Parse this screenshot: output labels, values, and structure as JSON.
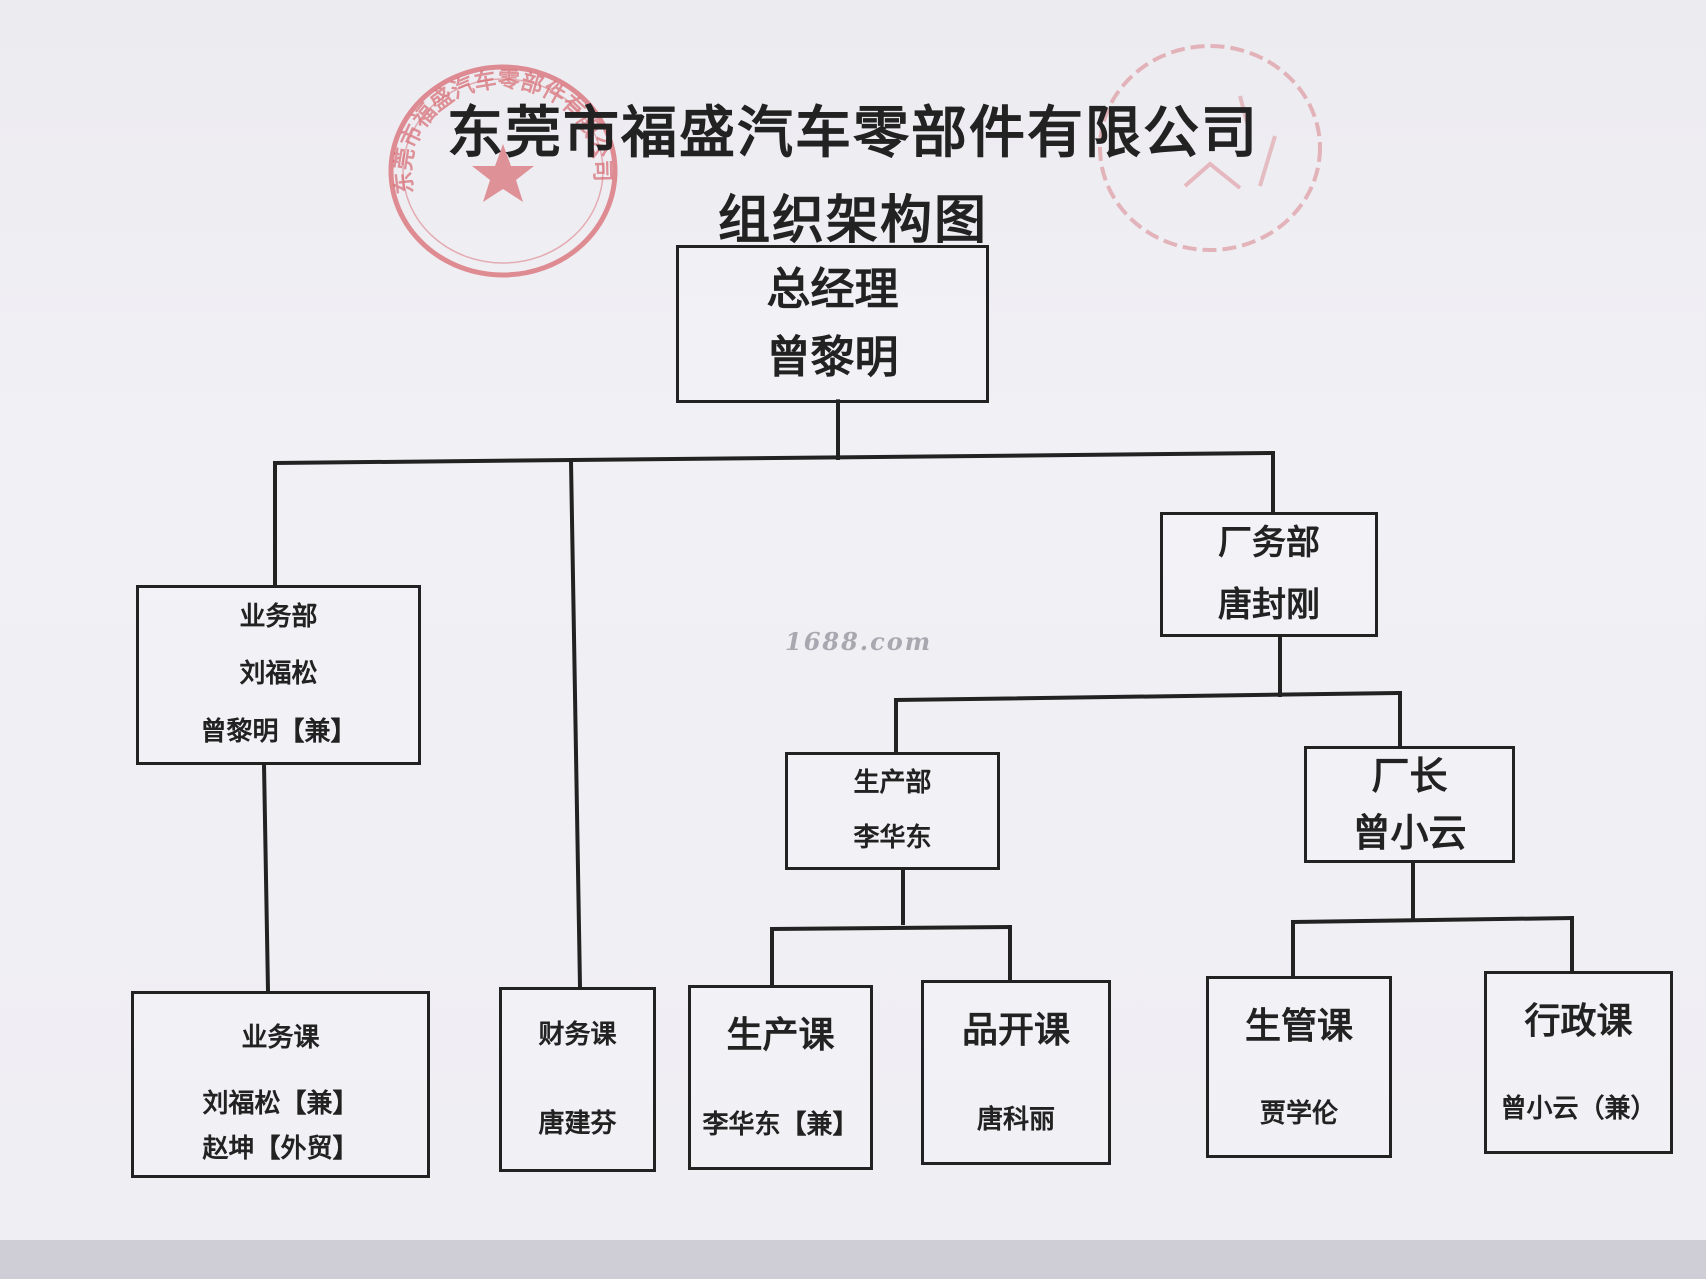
{
  "document": {
    "title": "东莞市福盛汽车零部件有限公司",
    "subtitle": "组织架构图"
  },
  "org": {
    "general_manager": {
      "title": "总经理",
      "name": "曾黎明"
    },
    "business_dept": {
      "title": "业务部",
      "name": "刘福松",
      "name2": "曾黎明【兼】"
    },
    "factory_dept": {
      "title": "厂务部",
      "name": "唐封刚"
    },
    "production_dept": {
      "title": "生产部",
      "name": "李华东"
    },
    "factory_director": {
      "title": "厂长",
      "name": "曾小云"
    },
    "business_section": {
      "title": "业务课",
      "name": "刘福松【兼】",
      "name2": "赵坤【外贸】"
    },
    "finance_section": {
      "title": "财务课",
      "name": "唐建芬"
    },
    "production_section": {
      "title": "生产课",
      "name": "李华东【兼】"
    },
    "product_dev_section": {
      "title": "品开课",
      "name": "唐科丽"
    },
    "production_mgmt_section": {
      "title": "生管课",
      "name": "贾学伦"
    },
    "admin_section": {
      "title": "行政课",
      "name": "曾小云（兼）"
    }
  },
  "watermark": "1688.com",
  "seals": [
    {
      "name": "company-seal",
      "color": "#d86a72",
      "text": "东莞市福盛汽车零部件有限公司"
    },
    {
      "name": "secondary-seal",
      "color": "#d9848a",
      "text": ""
    }
  ]
}
